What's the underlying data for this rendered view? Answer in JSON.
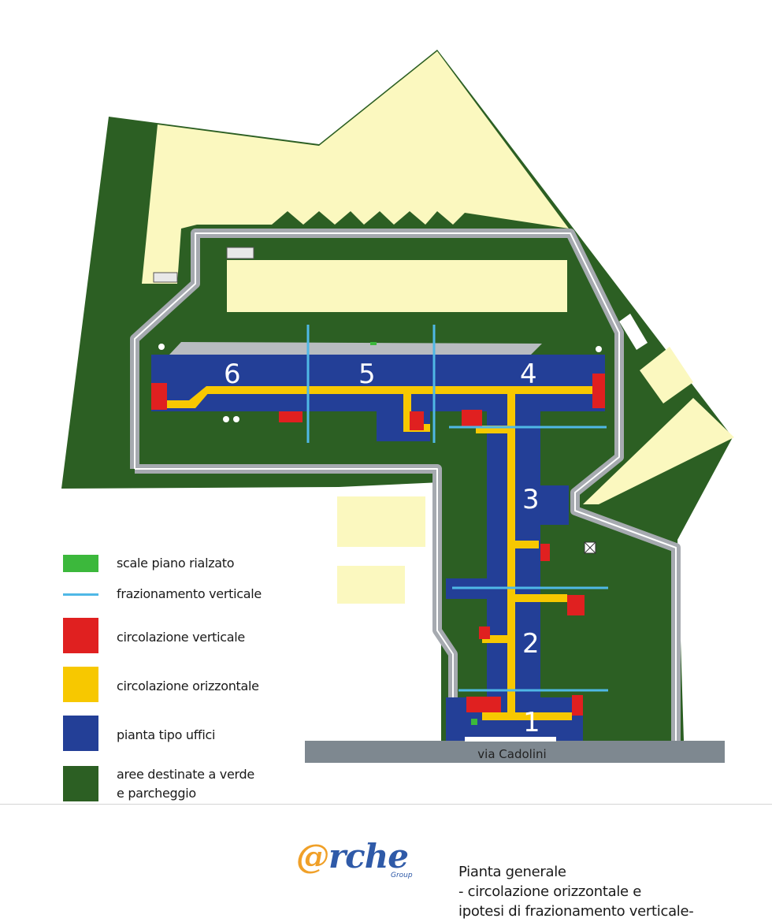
{
  "plan": {
    "unit_labels": [
      "6",
      "5",
      "4",
      "3",
      "2",
      "1"
    ],
    "street_label": "via Cadolini"
  },
  "legend": [
    {
      "text": "scale piano rialzato",
      "color": "#3cb83c"
    },
    {
      "text": "frazionamento verticale",
      "color": "#4fb8e6"
    },
    {
      "text": "circolazione verticale",
      "color": "#e02020"
    },
    {
      "text": "circolazione orizzontale",
      "color": "#f7c800"
    },
    {
      "text": "pianta tipo uffici",
      "color": "#233f97"
    },
    {
      "text": "aree destinate a verde",
      "text2": "e parcheggio",
      "color": "#2c5f23"
    }
  ],
  "logo": {
    "at": "@",
    "main": "rche",
    "sub": "Group"
  },
  "caption": [
    "Pianta generale",
    "- circolazione orizzontale e",
    "ipotesi di frazionamento verticale-"
  ],
  "colors": {
    "green": "#2c5f23",
    "cream": "#fbf8bf",
    "blue": "#233f97",
    "yellow": "#f7c800",
    "red": "#e02020",
    "light_blue": "#4fb8e6",
    "road_gray": "#a6aab0",
    "street_gray": "#7e8890"
  }
}
